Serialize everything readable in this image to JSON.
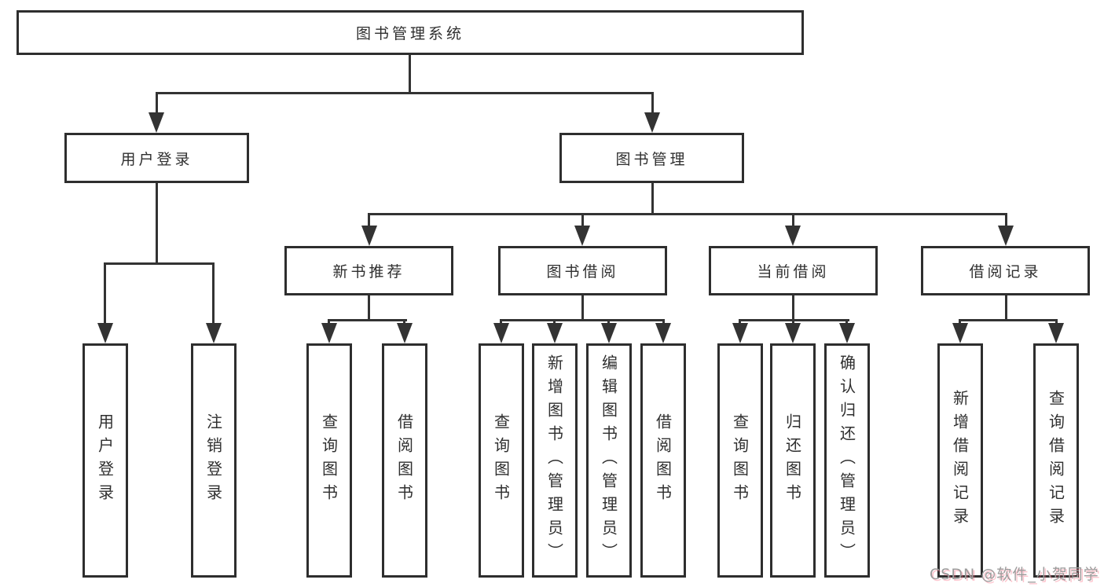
{
  "tree": {
    "root": "图书管理系统",
    "branches": [
      {
        "label": "用户登录",
        "children": [
          "用户登录",
          "注销登录"
        ]
      },
      {
        "label": "图书管理",
        "children": [
          {
            "label": "新书推荐",
            "children": [
              "查询图书",
              "借阅图书"
            ]
          },
          {
            "label": "图书借阅",
            "children": [
              "查询图书",
              "新增图书（管理员）",
              "编辑图书（管理员）",
              "借阅图书"
            ]
          },
          {
            "label": "当前借阅",
            "children": [
              "查询图书",
              "归还图书",
              "确认归还（管理员）"
            ]
          },
          {
            "label": "借阅记录",
            "children": [
              "新增借阅记录",
              "查询借阅记录"
            ]
          }
        ]
      }
    ]
  },
  "watermark": "CSDN @软件_小贺同学",
  "colors": {
    "line": "#333333",
    "box_border": "#2e2e2e",
    "box_background": "#ffffff",
    "text": "#2f2f2f",
    "watermark": "#9c9c9c",
    "watermark_shadow": "#fc5b76",
    "background": "#ffffff"
  }
}
